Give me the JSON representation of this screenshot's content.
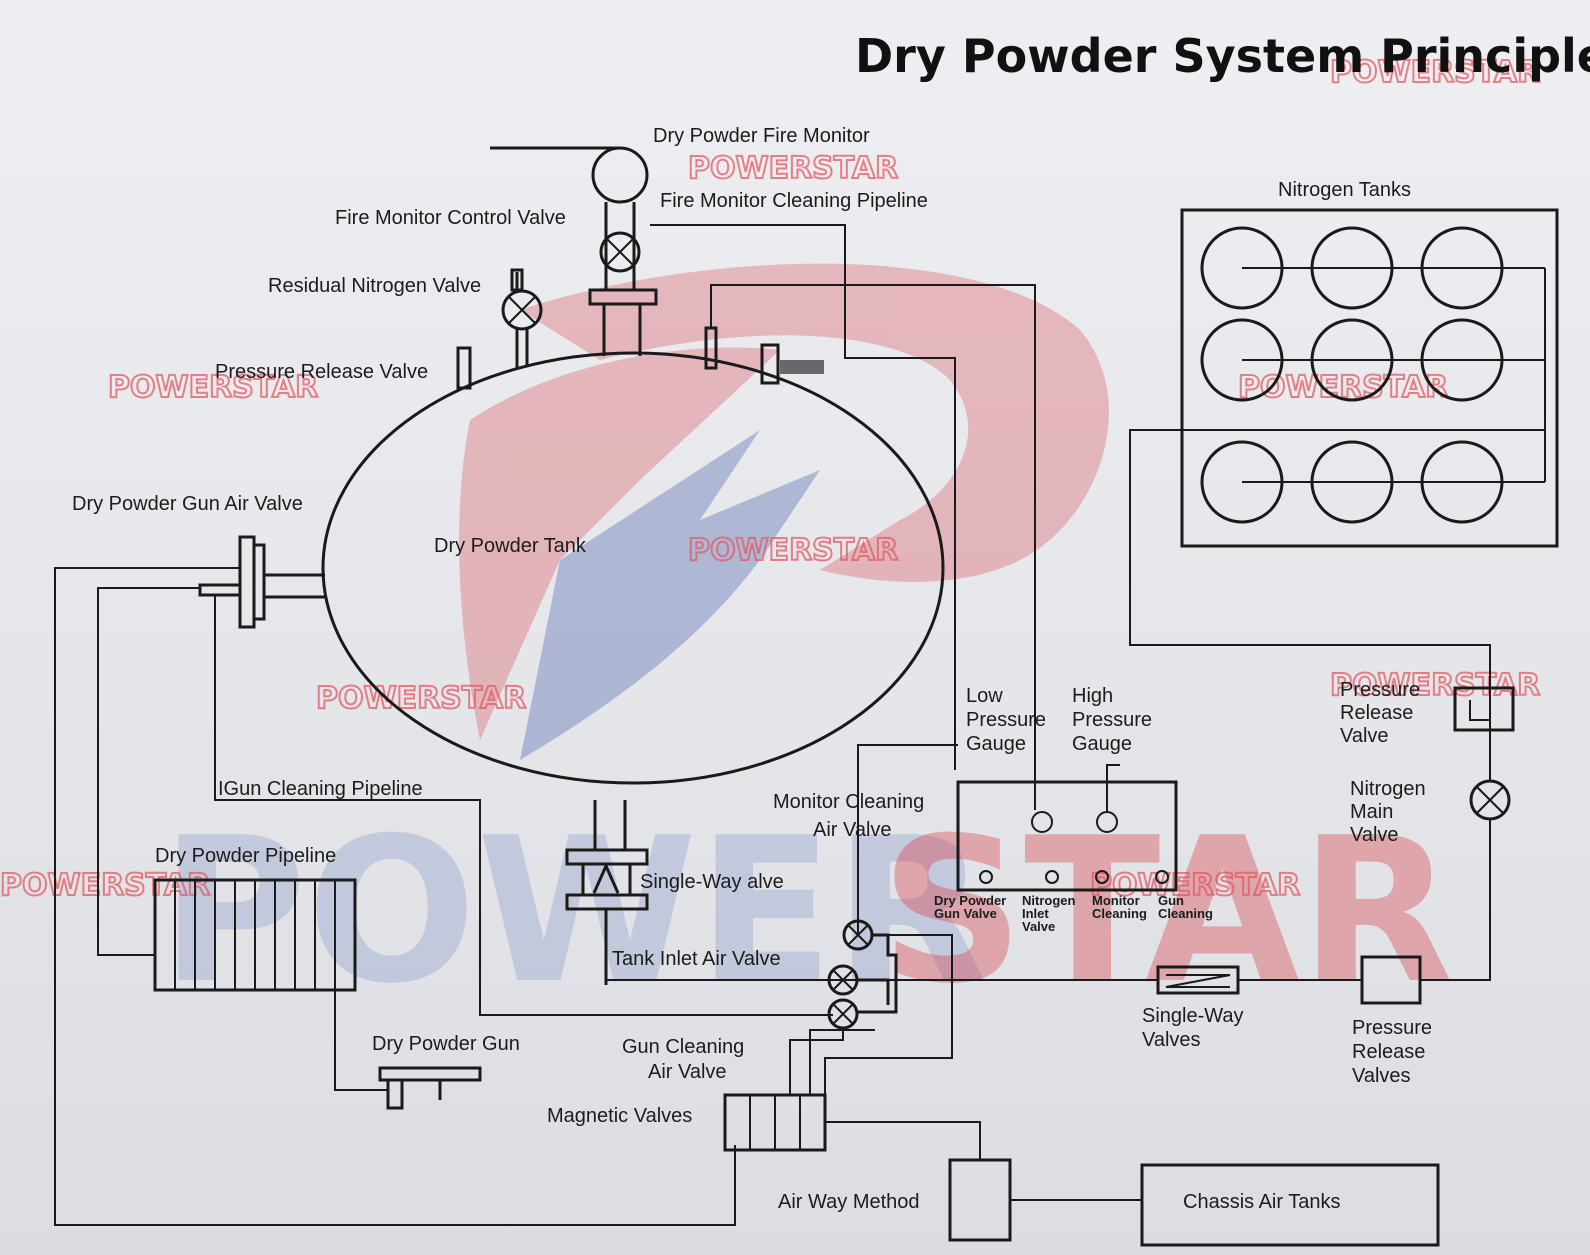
{
  "title": "Dry Powder System Principle",
  "labels": {
    "fire_monitor": "Dry Powder Fire Monitor",
    "fire_monitor_cleaning_pipeline": "Fire Monitor Cleaning Pipeline",
    "fire_monitor_control_valve": "Fire Monitor Control Valve",
    "residual_nitrogen_valve": "Residual Nitrogen Valve",
    "pressure_release_valve_top": "Pressure Release Valve",
    "dry_powder_gun_air_valve": "Dry Powder Gun Air Valve",
    "dry_powder_tank": "Dry Powder Tank",
    "nitrogen_tanks": "Nitrogen Tanks",
    "gun_cleaning_pipeline": "IGun Cleaning Pipeline",
    "dry_powder_pipeline": "Dry Powder Pipeline",
    "single_way_valve": "Single-Way alve",
    "tank_inlet_air_valve": "Tank Inlet Air Valve",
    "monitor_cleaning_air_valve": [
      "Monitor Cleaning",
      "Air Valve"
    ],
    "low_pressure_gauge": [
      "Low",
      "Pressure",
      "Gauge"
    ],
    "high_pressure_gauge": [
      "High",
      "Pressure",
      "Gauge"
    ],
    "pressure_release_valve_right": [
      "Pressure",
      "Release",
      "Valve"
    ],
    "nitrogen_main_valve": [
      "Nitrogen",
      "Main",
      "Valve"
    ],
    "dry_powder_gun": "Dry Powder Gun",
    "gun_cleaning_air_valve": [
      "Gun Cleaning",
      "Air Valve"
    ],
    "magnetic_valves": "Magnetic Valves",
    "air_way_method": "Air Way Method",
    "chassis_air_tanks": "Chassis Air Tanks",
    "single_way_valves": [
      "Single-Way",
      "Valves"
    ],
    "pressure_release_valves": [
      "Pressure",
      "Release",
      "Valves"
    ],
    "panel_dry_powder_gun_valve": [
      "Dry Powder",
      "Gun Valve"
    ],
    "panel_nitrogen_inlet_valve": [
      "Nitrogen",
      "Inlet",
      "Valve"
    ],
    "panel_monitor_cleaning": [
      "Monitor",
      "Cleaning"
    ],
    "panel_gun_cleaning": [
      "Gun",
      "Cleaning"
    ]
  },
  "watermark": {
    "text": "POWERSTAR",
    "big_left": "POWER",
    "big_right": "STAR"
  }
}
